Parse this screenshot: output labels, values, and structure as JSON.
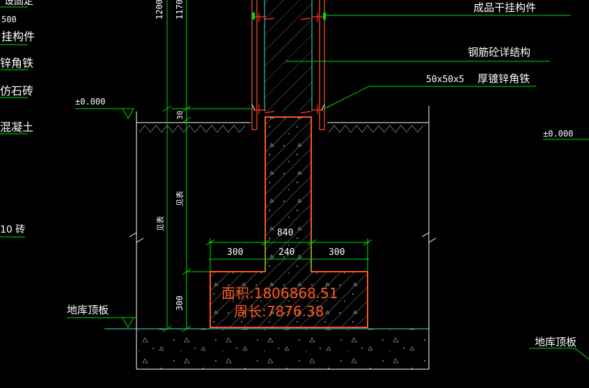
{
  "colors": {
    "background": "#000000",
    "dim_line": "#00e000",
    "outline": "#ff5a1e",
    "hatch": "#c8c8c8",
    "cyan": "#40e0e0",
    "text": "#ffffff",
    "red_mark": "#ff2020"
  },
  "labels": {
    "left_edge": [
      "设固定",
      "500",
      "挂构件",
      "锌角铁",
      "仿石砖",
      "混凝土",
      "10  砖"
    ],
    "top_right_component": "成品干挂构件",
    "rebar_concrete": "钢筋砼详结构",
    "angle_size": "50x50x5",
    "angle_label": "厚镀锌角铁",
    "elevation_left": "±0.000",
    "elevation_right": "±0.000",
    "garage_roof_left": "地库顶板",
    "garage_roof_right": "地库顶板"
  },
  "dimensions": {
    "v1200": "1200",
    "v1170": "1170",
    "v30": "30",
    "v_var_outer": "见表",
    "v_var_inner": "见表",
    "v300": "300",
    "h840": "840",
    "h300_left": "300",
    "h240": "240",
    "h300_right": "300"
  },
  "hatch_annotation": {
    "area": "面积:1806868.51",
    "perimeter": "周长:7876.38"
  }
}
